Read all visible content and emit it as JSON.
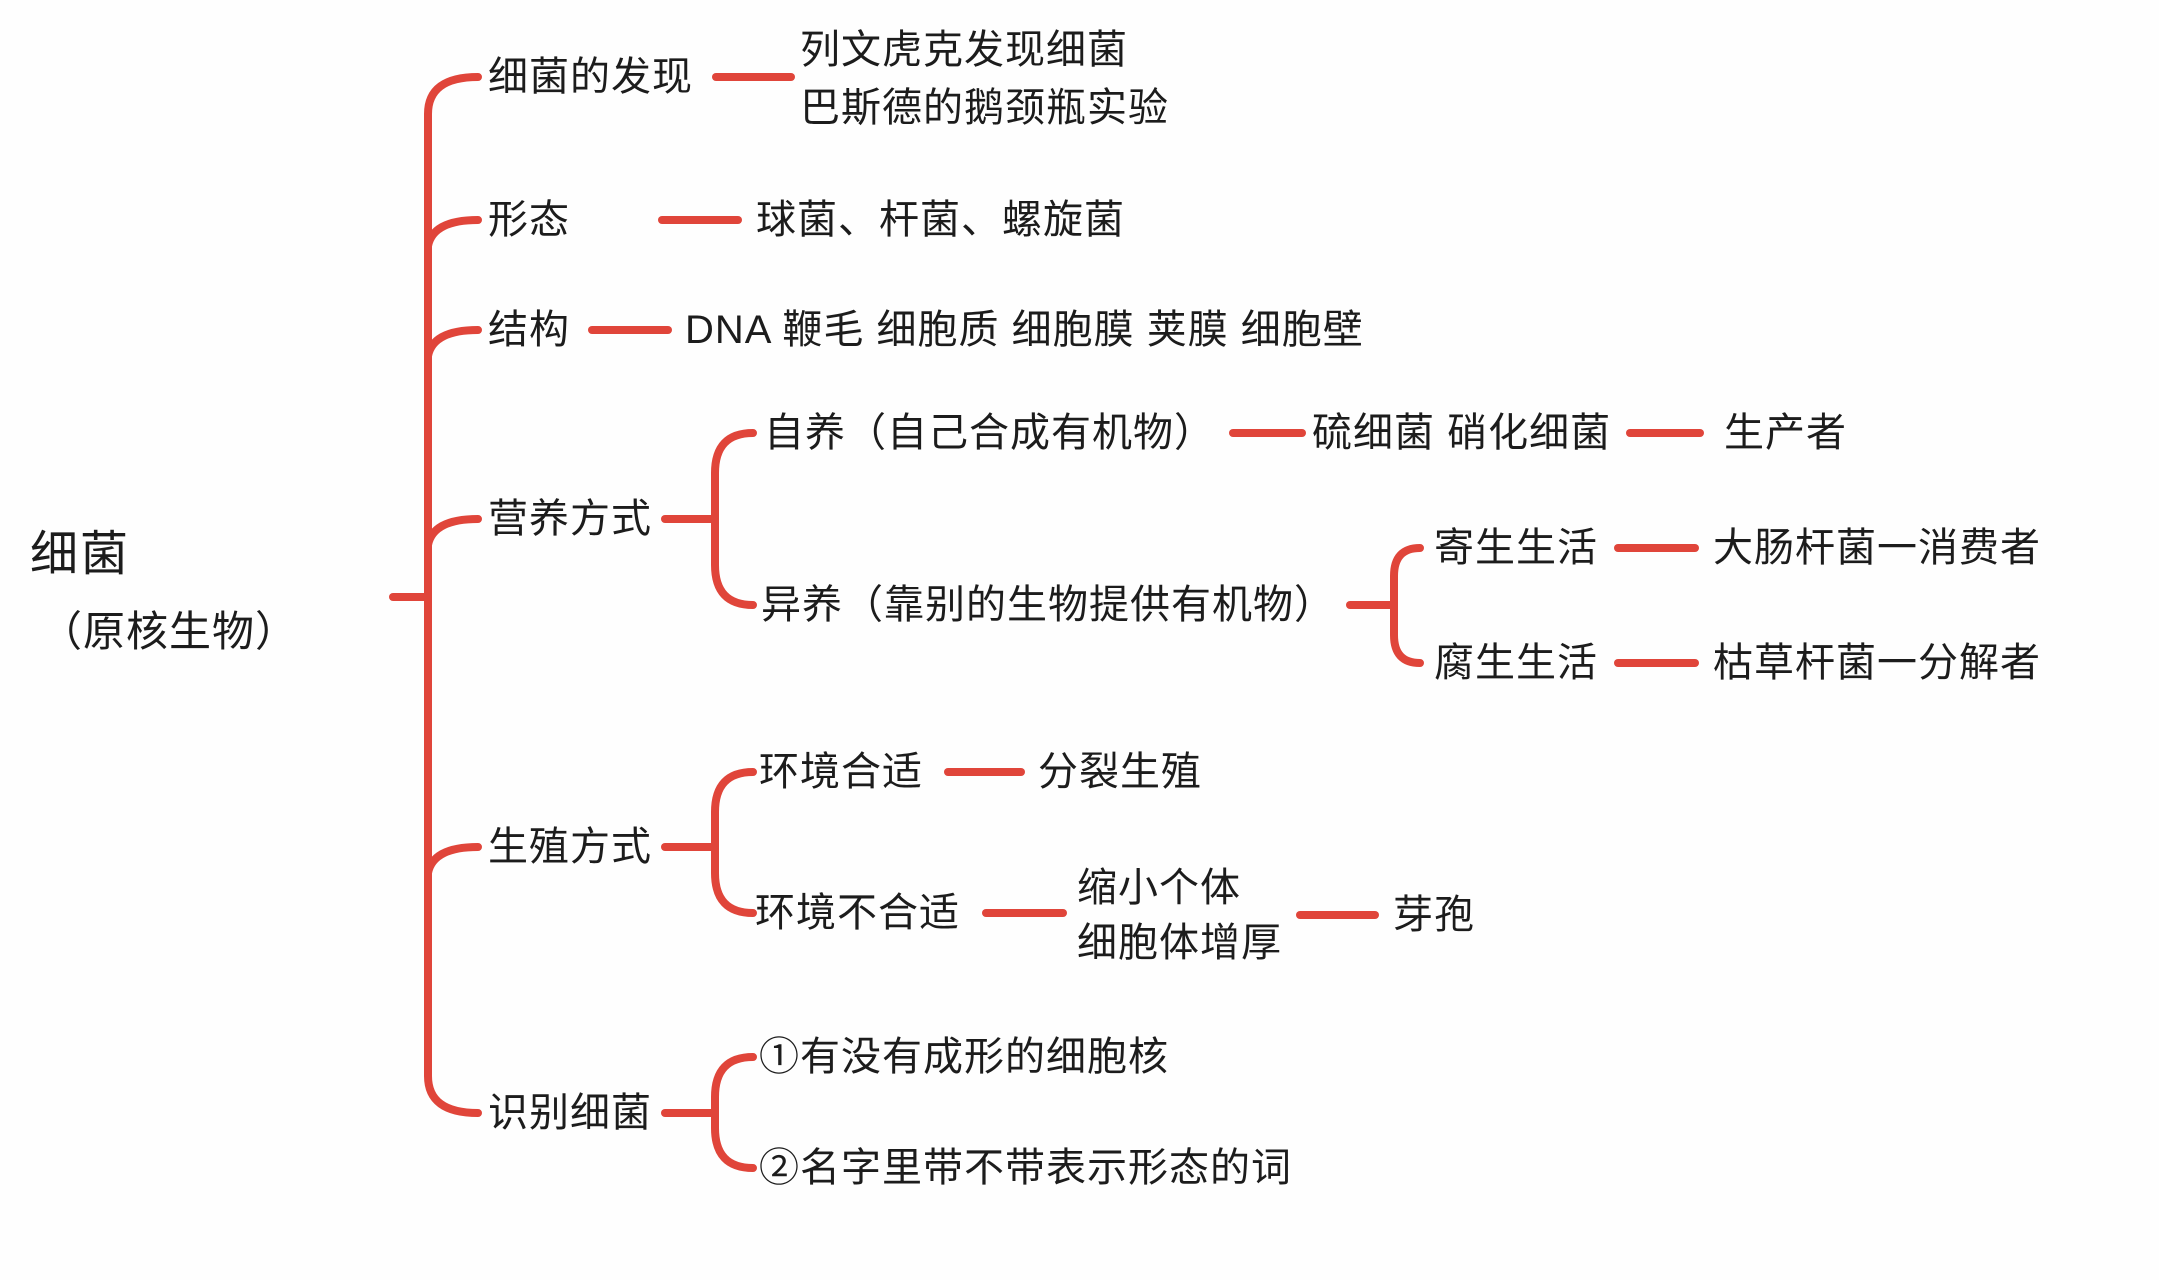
{
  "palette": {
    "line_color": "#e0453a",
    "text_color": "#1c1c1c",
    "background": "#fefefe"
  },
  "root": {
    "title": "细菌",
    "subtitle": "（原核生物）"
  },
  "branches": {
    "discovery": {
      "label": "细菌的发现",
      "facts": [
        "列文虎克发现细菌",
        "巴斯德的鹅颈瓶实验"
      ]
    },
    "morphology": {
      "label": "形态",
      "value": "球菌、杆菌、螺旋菌"
    },
    "structure": {
      "label": "结构",
      "value": "DNA 鞭毛 细胞质 细胞膜 荚膜 细胞壁"
    },
    "nutrition": {
      "label": "营养方式",
      "autotrophy": {
        "label": "自养（自己合成有机物）",
        "examples": "硫细菌 硝化细菌",
        "role": "生产者"
      },
      "heterotrophy": {
        "label": "异养（靠别的生物提供有机物）",
        "parasitic": {
          "label": "寄生生活",
          "example": "大肠杆菌一消费者"
        },
        "saprophytic": {
          "label": "腐生生活",
          "example": "枯草杆菌一分解者"
        }
      }
    },
    "reproduction": {
      "label": "生殖方式",
      "favorable": {
        "label": "环境合适",
        "result": "分裂生殖"
      },
      "unfavorable": {
        "label": "环境不合适",
        "process": [
          "缩小个体",
          "细胞体增厚"
        ],
        "result": "芽孢"
      }
    },
    "identification": {
      "label": "识别细菌",
      "criteria": [
        "①有没有成形的细胞核",
        "②名字里带不带表示形态的词"
      ]
    }
  }
}
